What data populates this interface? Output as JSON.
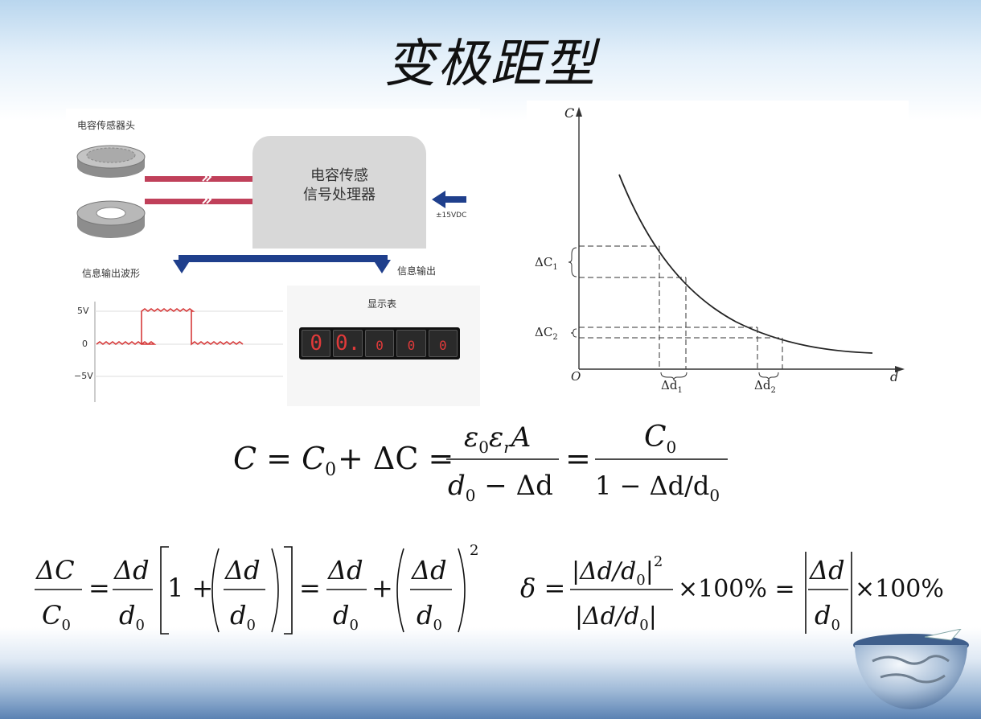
{
  "slide": {
    "title": "变极距型"
  },
  "sensor_figure": {
    "sensor_head_label": "电容传感器头",
    "processor_label_line1": "电容传感",
    "processor_label_line2": "信号处理器",
    "power_label": "±15VDC",
    "waveform_label": "信息输出波形",
    "output_label": "信息输出",
    "display_label": "显示表",
    "waveform_ticks": [
      "5V",
      "0",
      "−5V"
    ],
    "display_digits": [
      "0",
      "0.",
      "0",
      "0",
      "0"
    ]
  },
  "graph": {
    "y_axis_label": "C",
    "x_axis_label": "d",
    "origin_label": "O",
    "delta_c1": "ΔC",
    "delta_c1_sub": "1",
    "delta_c2": "ΔC",
    "delta_c2_sub": "2",
    "delta_d1": "Δd",
    "delta_d1_sub": "1",
    "delta_d2": "Δd",
    "delta_d2_sub": "2"
  },
  "formulas": {
    "f1": {
      "lhs": "C = C",
      "lhs_sub": "0",
      "plus_dc": "+ ΔC =",
      "frac1_num": "ε",
      "frac1_num_sub1": "0",
      "frac1_num_mid": "ε",
      "frac1_num_sub2": "r",
      "frac1_num_end": "A",
      "frac1_den": "d",
      "frac1_den_sub": "0",
      "frac1_den_end": " − Δd",
      "eq": "=",
      "frac2_num": "C",
      "frac2_num_sub": "0",
      "frac2_den": "1 − Δd/d",
      "frac2_den_sub": "0"
    },
    "f2": {
      "num": "ΔC",
      "den": "C",
      "den_sub": "0",
      "eq": "=",
      "dd": "Δd",
      "d0": "d",
      "sub0": "0",
      "one_plus": "1 +",
      "plus": "+",
      "sup2": "2"
    },
    "f3": {
      "delta": "δ =",
      "num": "|Δd/d",
      "num_sub": "0",
      "num_end": "|",
      "sup2": "2",
      "den": "|Δd/d",
      "den_sub": "0",
      "den_end": "|",
      "times1": "×100% =",
      "dd": "Δd",
      "d0": "d",
      "sub0": "0",
      "times2": "×100%"
    }
  }
}
